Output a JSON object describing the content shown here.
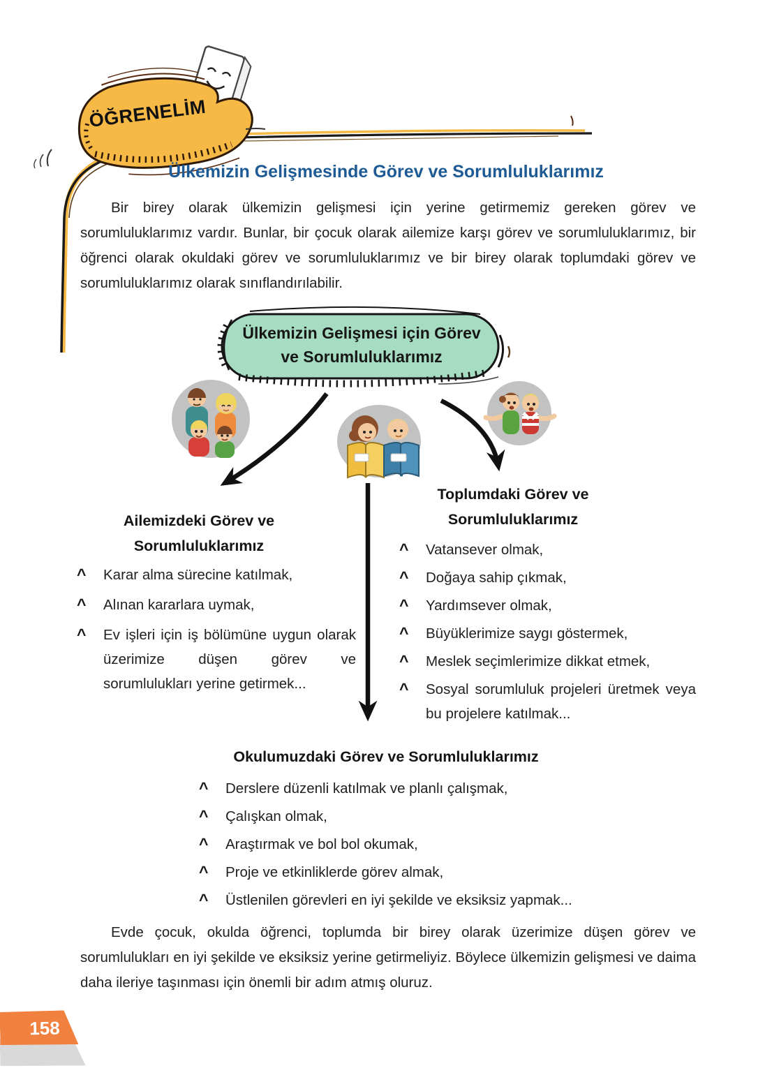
{
  "colors": {
    "heading_blue": "#1E5B94",
    "badge_orange": "#F6B945",
    "bubble_green": "#A5DCC2",
    "tab_orange": "#F0813E",
    "body_text": "#232020",
    "illustration_circle_gray": "#C2C2C2"
  },
  "banner": {
    "label": "ÖĞRENELİM",
    "icon": "smiling-book-icon"
  },
  "article": {
    "heading": "Ülkemizin Gelişmesinde Görev ve Sorumluluklarımız",
    "intro": "Bir birey olarak ülkemizin gelişmesi için yerine getirmemiz gereken görev ve sorumluluklarımız vardır. Bunlar, bir çocuk olarak ailemize karşı görev ve sorumluluklarımız, bir öğrenci olarak okuldaki görev ve sorumluluklarımız ve bir birey olarak toplumdaki görev ve sorumluluklarımız olarak sınıflandırılabilir.",
    "closing": "Evde çocuk, okulda öğrenci, toplumda bir birey olarak üzerimize düşen görev ve sorumlulukları en iyi şekilde ve eksiksiz yerine getirmeliyiz. Böylece ülkemizin gelişmesi ve daima daha ileriye taşınması için önemli bir adım atmış oluruz."
  },
  "diagram": {
    "bullet_glyph": "^",
    "bubble": {
      "line1": "Ülkemizin Gelişmesi için Görev",
      "line2": "ve Sorumluluklarımız"
    },
    "illustrations": {
      "family": "family-illustration",
      "students": "students-reading-illustration",
      "community": "community-children-illustration"
    },
    "family_section": {
      "title_line1": "Ailemizdeki Görev ve",
      "title_line2": "Sorumluluklarımız",
      "items": [
        "Karar alma sürecine katılmak,",
        "Alınan kararlara uymak,",
        "Ev işleri için iş bölümüne uygun olarak üzerimize düşen görev ve sorumlulukları yerine getirmek..."
      ]
    },
    "community_section": {
      "title_line1": "Toplumdaki Görev ve",
      "title_line2": "Sorumluluklarımız",
      "items": [
        "Vatansever olmak,",
        "Doğaya sahip çıkmak,",
        "Yardımsever olmak,",
        "Büyüklerimize saygı göstermek,",
        "Meslek seçimlerimize dikkat etmek,",
        "Sosyal sorumluluk projeleri üretmek veya bu projelere katılmak..."
      ]
    },
    "school_section": {
      "title": "Okulumuzdaki Görev ve Sorumluluklarımız",
      "items": [
        "Derslere düzenli katılmak ve planlı çalışmak,",
        "Çalışkan olmak,",
        "Araştırmak ve bol bol okumak,",
        "Proje ve etkinliklerde görev almak,",
        "Üstlenilen görevleri en iyi şekilde ve eksiksiz yapmak..."
      ]
    }
  },
  "footer": {
    "page_number": "158"
  }
}
